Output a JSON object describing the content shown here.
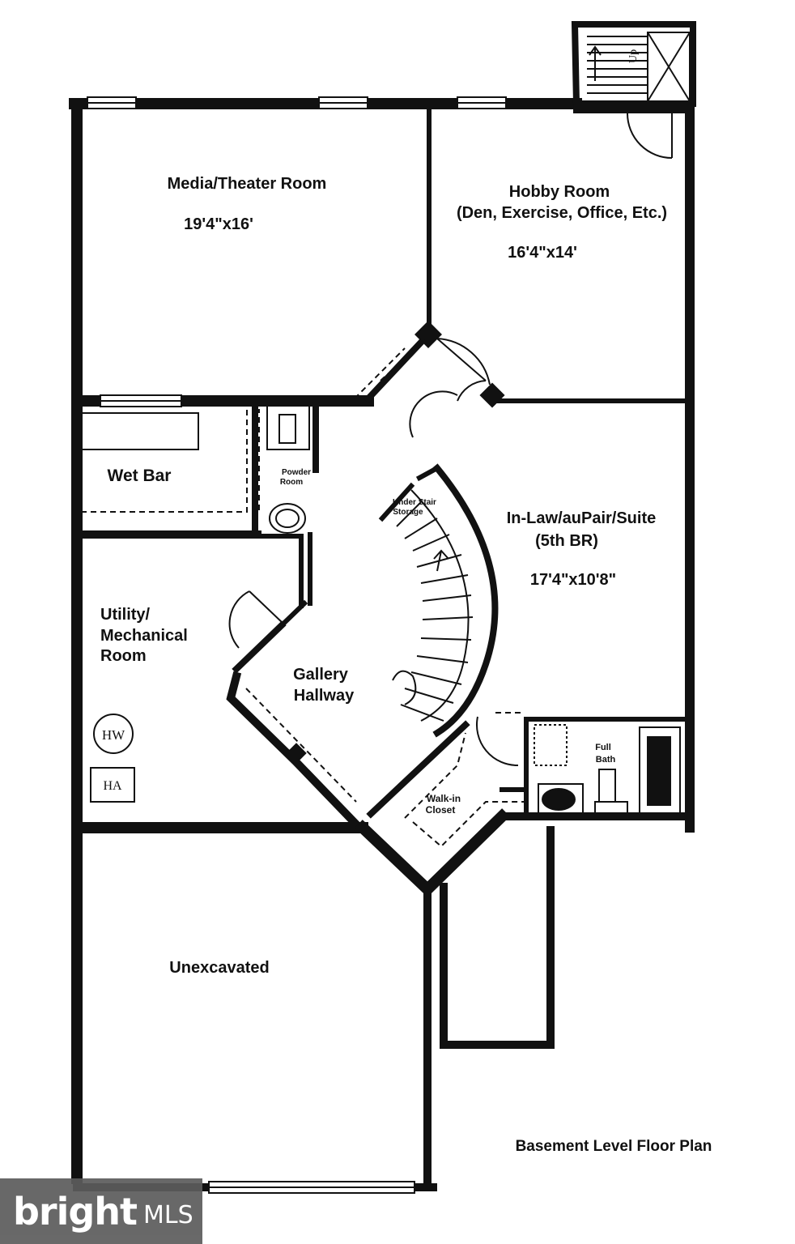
{
  "rooms": {
    "media": {
      "name": "Media/Theater Room",
      "size": "19'4\"x16'"
    },
    "hobby": {
      "name": "Hobby Room",
      "note": "(Den, Exercise, Office, Etc.)",
      "size": "16'4\"x14'"
    },
    "wetbar": {
      "name": "Wet Bar"
    },
    "powder": {
      "line1": "Powder",
      "line2": "Room"
    },
    "understair": {
      "line1": "Under Stair",
      "line2": "Storage"
    },
    "suite": {
      "name": "In-Law/auPair/Suite",
      "note": "(5th BR)",
      "size": "17'4\"x10'8\""
    },
    "utility": {
      "line1": "Utility/",
      "line2": "Mechanical",
      "line3": "Room"
    },
    "gallery": {
      "line1": "Gallery",
      "line2": "Hallway"
    },
    "walkin": {
      "line1": "Walk-in",
      "line2": "Closet"
    },
    "fullbath": {
      "line1": "Full",
      "line2": "Bath"
    },
    "unexcavated": {
      "name": "Unexcavated"
    }
  },
  "fixtures": {
    "water_heater": "HW",
    "hvac": "HA",
    "stair_up": "Up"
  },
  "plan_title": "Basement Level Floor Plan",
  "watermark": {
    "brand": "bright",
    "suffix": "MLS"
  }
}
